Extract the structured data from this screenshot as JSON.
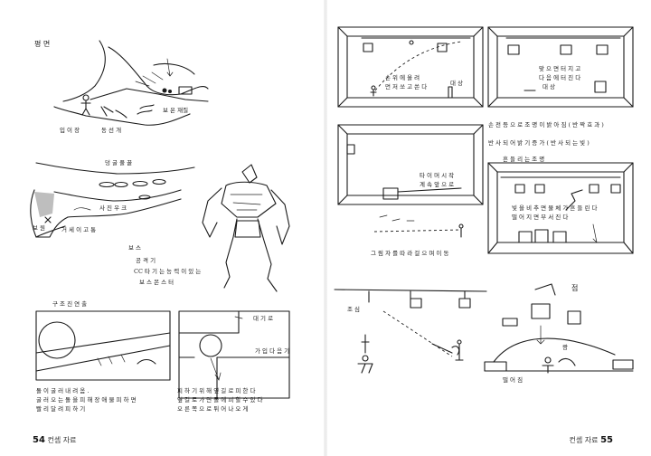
{
  "spread": {
    "left_page": {
      "folio_number": "54",
      "folio_title": "컨셉 자료",
      "heading": "평 면",
      "notes": {
        "entrance": "입 이 장",
        "move": "동 선 개",
        "terrain": "보 온 재질",
        "top_label": "덩 굴 풀 꿀",
        "side_label_a": "보 원",
        "side_label_b": "거 세 이 고 통",
        "bottom_marker": "사 진 우 크",
        "boss_heading": "보 스",
        "boss_line1": "공 격 기",
        "boss_line2": "CC 타 기 는 능 력 이 있 는",
        "boss_line3": "보 스 몬 스 터",
        "box_left_title": "구 조 진 연 출",
        "box_right_label": "대 기 로",
        "box_right_small": "가 입 다 음 기",
        "caption_left_1": "돌 이 굴 러 내 려 옴 .",
        "caption_left_2": "굴 러 오 는 돌 을 피 해 장 애 물 피 하 면",
        "caption_left_3": "빨 리 달 려 피 하 기",
        "caption_right_1": "피 하 기 위 해 옆 길 로 피 한 다",
        "caption_right_2": "옆 길 로 가 면 돌 에 피 할 수 있 다",
        "caption_right_3": "오 른 쪽 으 로 튀 어 나 오 게"
      }
    },
    "right_page": {
      "folio_number": "55",
      "folio_title": "컨셉 자료",
      "notes": {
        "panel1_a": "손 위 에 올 려",
        "panel1_b": "먼 저 쏘 고 쏜 다",
        "panel1_c": "대 상",
        "panel2_a": "맞 으 면 터 지 고",
        "panel2_b": "다 음 에 터 진 다",
        "panel2_c": "대 상",
        "line1": "손 전 등 으 로 조 명 이 밝 아 짐 ( 반 짝 효 과 )",
        "line2": "반 사 되 어 밝 기 증 가 ( 반 사 되 는 빛 )",
        "panel3_label": "타 이 머 시 작",
        "panel3_sub": "계 속 앞 으 로",
        "panel4_title": "흔 들 리 는 조 명",
        "panel4_a": "빛 을 비 추 면 물 체 가 흔 들 린 다",
        "panel4_b": "떨 어 지 면 부 서 진 다",
        "under_panel3": "그 림 자 를 따 라 걸 으 며 이 동",
        "bottom_left_marker": "조 심",
        "bottom_right_marker": "점",
        "bottom_right_mid": "쾅",
        "bottom_right_low": "떨 어 짐"
      }
    }
  }
}
